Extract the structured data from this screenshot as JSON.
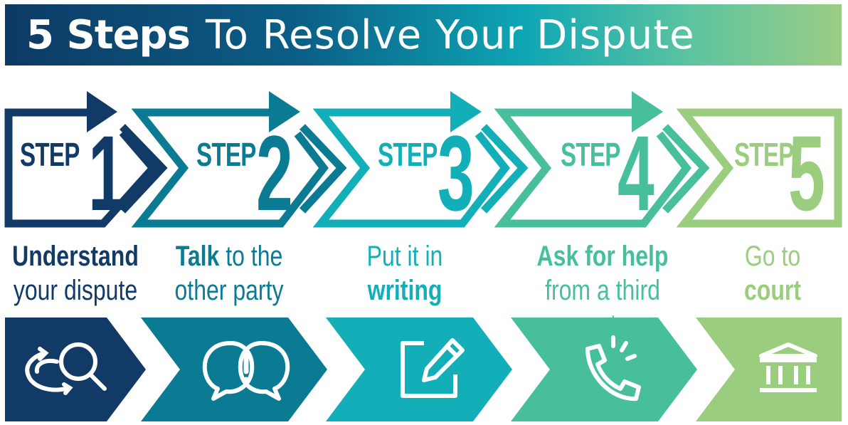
{
  "title": {
    "bold": "5 Steps",
    "light": "To Resolve Your Dispute"
  },
  "step_word": "STEP",
  "colors": [
    "#123a66",
    "#0b7a93",
    "#12afb9",
    "#47bf9d",
    "#9bcd7e"
  ],
  "steps": [
    {
      "number": "1",
      "line1_bold": "Understand",
      "line1_rest": "",
      "line2_pre": "your dispute",
      "line2_bold": "",
      "icon": "search-cycle-icon"
    },
    {
      "number": "2",
      "line1_bold": "Talk",
      "line1_rest": " to the",
      "line2_pre": "other party",
      "line2_bold": "",
      "icon": "speech-bubbles-exclamation-icon"
    },
    {
      "number": "3",
      "line1_bold": "",
      "line1_rest": "Put it in",
      "line2_pre": "",
      "line2_bold": "writing",
      "icon": "pencil-edit-icon"
    },
    {
      "number": "4",
      "line1_bold": "Ask for help",
      "line1_rest": "",
      "line2_pre": "from a third  party",
      "line2_bold": "",
      "icon": "phone-call-icon"
    },
    {
      "number": "5",
      "line1_bold": "",
      "line1_rest": "Go to",
      "line2_pre": "",
      "line2_bold": "court",
      "icon": "courthouse-icon"
    }
  ]
}
